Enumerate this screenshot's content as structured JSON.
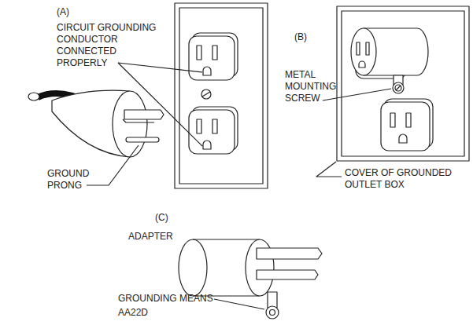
{
  "diagram": {
    "labels": [
      "(A)",
      "CIRCUIT GROUNDING CONDUCTOR CONNECTED PROPERLY",
      "GROUND PRONG",
      "(B)",
      "METAL MOUNTING SCREW",
      "COVER OF GROUNDED OUTLET BOX",
      "(C)",
      "ADAPTER",
      "GROUNDING MEANS",
      "AA22D"
    ]
  }
}
